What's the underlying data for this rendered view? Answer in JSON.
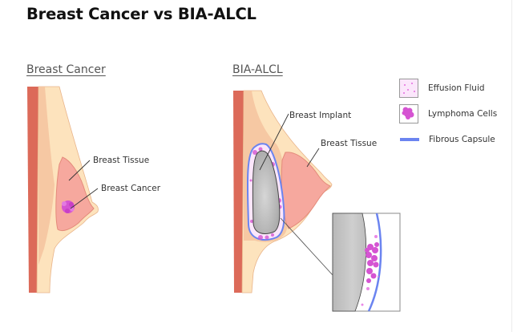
{
  "title": "Breast Cancer vs BIA-ALCL",
  "panels": {
    "left": {
      "heading": "Breast Cancer",
      "labels": {
        "tissue": "Breast Tissue",
        "cancer": "Breast Cancer"
      }
    },
    "right": {
      "heading": "BIA-ALCL",
      "labels": {
        "implant": "Breast Implant",
        "tissue": "Breast Tissue"
      }
    }
  },
  "legend": [
    {
      "label": "Effusion Fluid",
      "icon": "effusion-fluid-swatch"
    },
    {
      "label": "Lymphoma Cells",
      "icon": "lymphoma-cells-swatch"
    },
    {
      "label": "Fibrous Capsule",
      "icon": "fibrous-capsule-line"
    }
  ],
  "colors": {
    "muscle": "#dc6a59",
    "skin_fat": "#fde3bd",
    "fat_inner": "#f5c39f",
    "tissue": "#f6a89e",
    "tissue_outline": "#e48b7b",
    "implant": "#c4c4c4",
    "capsule": "#6b84f0",
    "lymphoma": "#d554d2",
    "effusion": "#fbe6fb"
  }
}
